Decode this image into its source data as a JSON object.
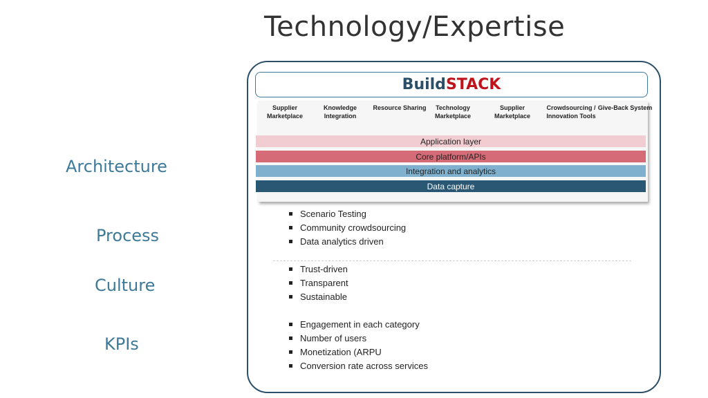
{
  "title": "Technology/Expertise",
  "labels": {
    "architecture": "Architecture",
    "process": "Process",
    "culture": "Culture",
    "kpis": "KPIs"
  },
  "brand": {
    "part1": "Build",
    "part2": "STACK",
    "color1": "#2c4f68",
    "color2": "#c0141d"
  },
  "categories": [
    "Supplier Marketplace",
    "Knowledge Integration",
    "Resource Sharing",
    "Technology Marketplace",
    "Supplier Marketplace",
    "Crowdsourcing / Innovation Tools",
    "Give-Back System"
  ],
  "layers": {
    "application": "Application layer",
    "core": "Core platform/APIs",
    "integration": "Integration and analytics",
    "data": "Data capture"
  },
  "process_items": [
    "Scenario Testing",
    "Community crowdsourcing",
    "Data analytics driven"
  ],
  "culture_items": [
    "Trust-driven",
    "Transparent",
    "Sustainable"
  ],
  "kpi_items": [
    "Engagement in each category",
    "Number  of users",
    "Monetization (ARPU",
    "Conversion rate across services"
  ]
}
